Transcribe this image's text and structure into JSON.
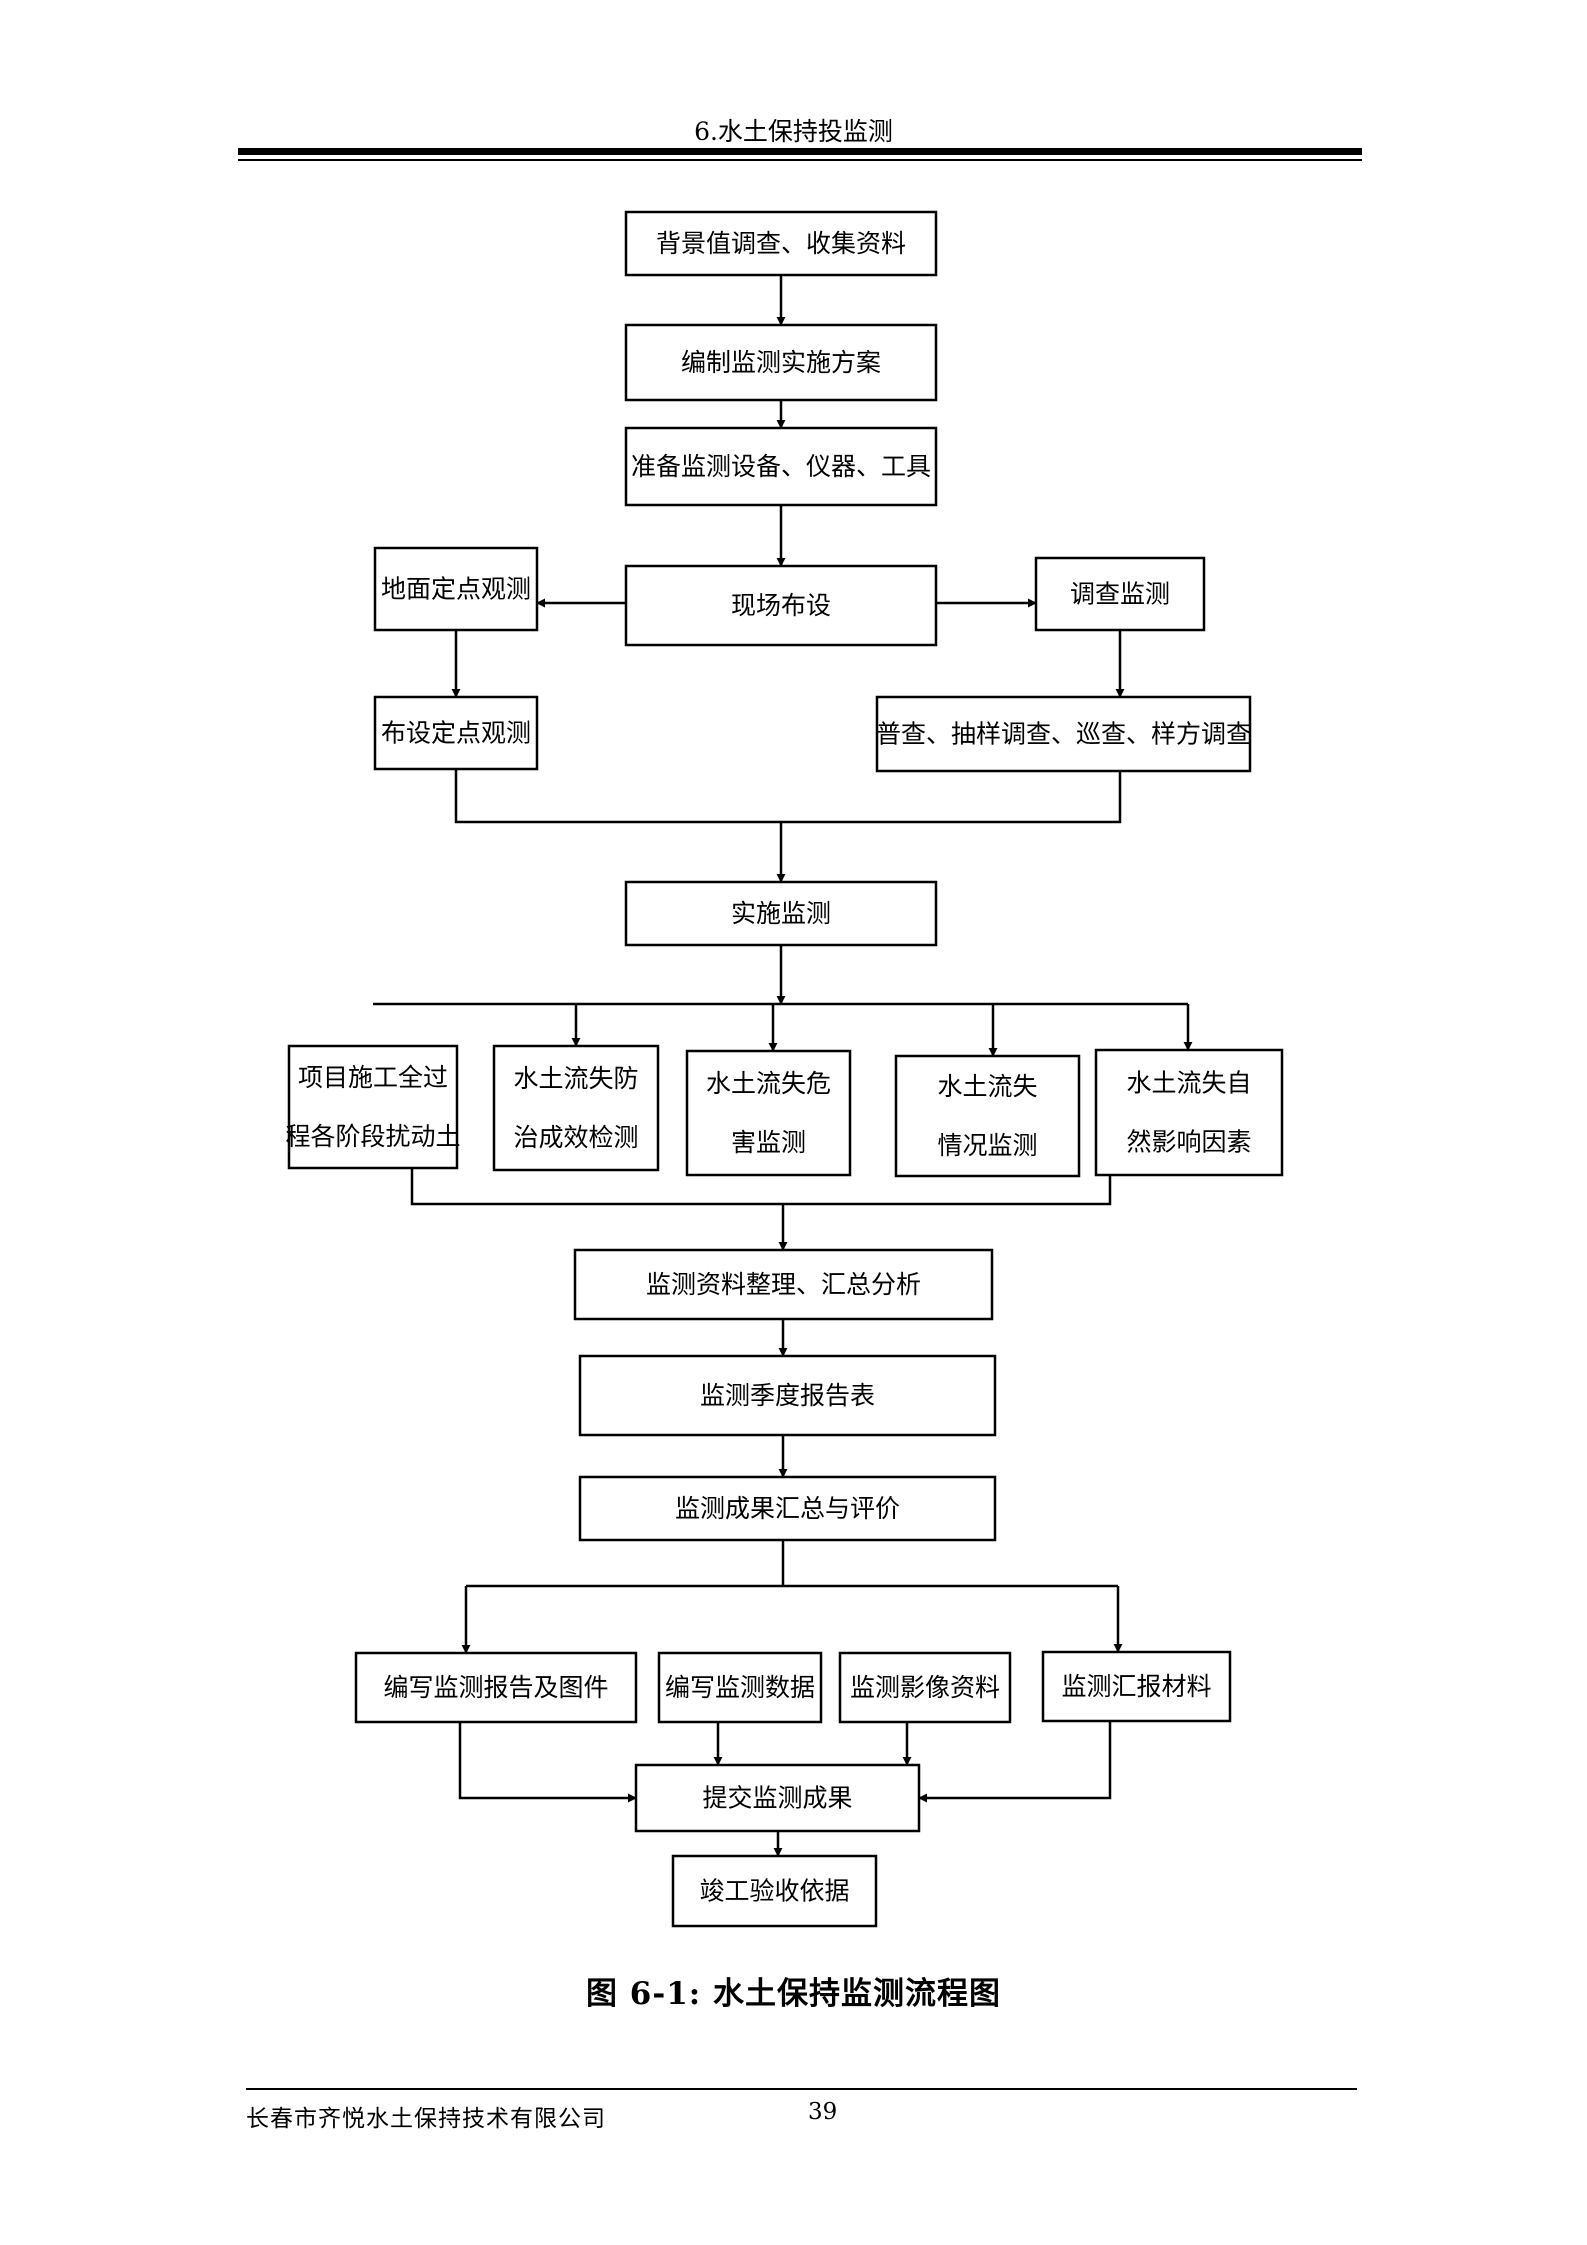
{
  "header": {
    "title": "6.水土保持投监测"
  },
  "diagram": {
    "nodes": [
      {
        "id": "background",
        "lines": [
          "背景值调查、收集资料"
        ]
      },
      {
        "id": "plan",
        "lines": [
          "编制监测实施方案"
        ]
      },
      {
        "id": "prepare",
        "lines": [
          "准备监测设备、仪器、工具"
        ]
      },
      {
        "id": "site",
        "lines": [
          "现场布设"
        ]
      },
      {
        "id": "ground",
        "lines": [
          "地面定点观测"
        ]
      },
      {
        "id": "survey",
        "lines": [
          "调查监测"
        ]
      },
      {
        "id": "fixed",
        "lines": [
          "布设定点观测"
        ]
      },
      {
        "id": "census",
        "lines": [
          "普查、抽样调查、巡查、样方调查"
        ]
      },
      {
        "id": "implement",
        "lines": [
          "实施监测"
        ]
      },
      {
        "id": "m1",
        "lines": [
          "项目施工全过",
          "程各阶段扰动土"
        ]
      },
      {
        "id": "m2",
        "lines": [
          "水土流失防",
          "治成效检测"
        ]
      },
      {
        "id": "m3",
        "lines": [
          "水土流失危",
          "害监测"
        ]
      },
      {
        "id": "m4",
        "lines": [
          "水土流失",
          "情况监测"
        ]
      },
      {
        "id": "m5",
        "lines": [
          "水土流失自",
          "然影响因素"
        ]
      },
      {
        "id": "analysis",
        "lines": [
          "监测资料整理、汇总分析"
        ]
      },
      {
        "id": "quarterly",
        "lines": [
          "监测季度报告表"
        ]
      },
      {
        "id": "evaluate",
        "lines": [
          "监测成果汇总与评价"
        ]
      },
      {
        "id": "o1",
        "lines": [
          "编写监测报告及图件"
        ]
      },
      {
        "id": "o2",
        "lines": [
          "编写监测数据"
        ]
      },
      {
        "id": "o3",
        "lines": [
          "监测影像资料"
        ]
      },
      {
        "id": "o4",
        "lines": [
          "监测汇报材料"
        ]
      },
      {
        "id": "submit",
        "lines": [
          "提交监测成果"
        ]
      },
      {
        "id": "accept",
        "lines": [
          "竣工验收依据"
        ]
      }
    ],
    "caption": "图 6-1:  水土保持监测流程图"
  },
  "footer": {
    "company": "长春市齐悦水土保持技术有限公司",
    "page": "39"
  }
}
